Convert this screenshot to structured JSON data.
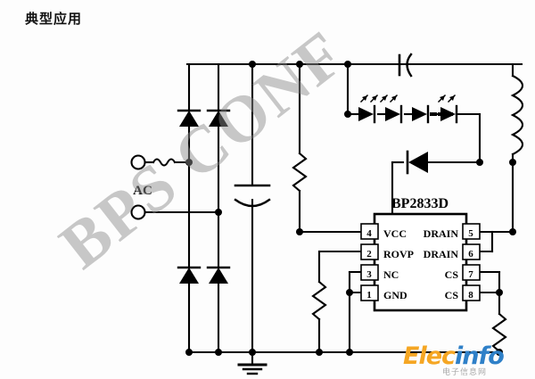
{
  "page": {
    "title": "典型应用",
    "background_color": "#fdfdfd",
    "line_color": "#000000"
  },
  "watermark": {
    "text": "BPS CONF",
    "color": "#8c8c8c",
    "rotation_deg": -38
  },
  "logo": {
    "part_a": "Elec",
    "part_b": "info",
    "subtitle": "电子信息网",
    "color_a": "#f5a623",
    "color_b": "#2f80c8",
    "subtitle_color": "#a9a9a9"
  },
  "chip": {
    "name": "BP2833D",
    "pins_left": [
      {
        "number": "4",
        "label": "VCC"
      },
      {
        "number": "2",
        "label": "ROVP"
      },
      {
        "number": "3",
        "label": "NC"
      },
      {
        "number": "1",
        "label": "GND"
      }
    ],
    "pins_right": [
      {
        "number": "5",
        "label": "DRAIN"
      },
      {
        "number": "6",
        "label": "DRAIN"
      },
      {
        "number": "7",
        "label": "CS"
      },
      {
        "number": "8",
        "label": "CS"
      }
    ]
  },
  "components": {
    "ac_source_label": "AC",
    "fuse": "fuse-symbol",
    "bridge_diodes_count": 4,
    "bulk_capacitor": "polarized-capacitor",
    "startup_resistor": "resistor",
    "cs_resistor": "resistor",
    "output_capacitor": "polarized-capacitor",
    "freewheel_diode": "diode",
    "inductor_turns": 4,
    "led_string_visible": 4,
    "led_string_has_ellipsis": true,
    "ground": "earth-ground-symbol"
  }
}
